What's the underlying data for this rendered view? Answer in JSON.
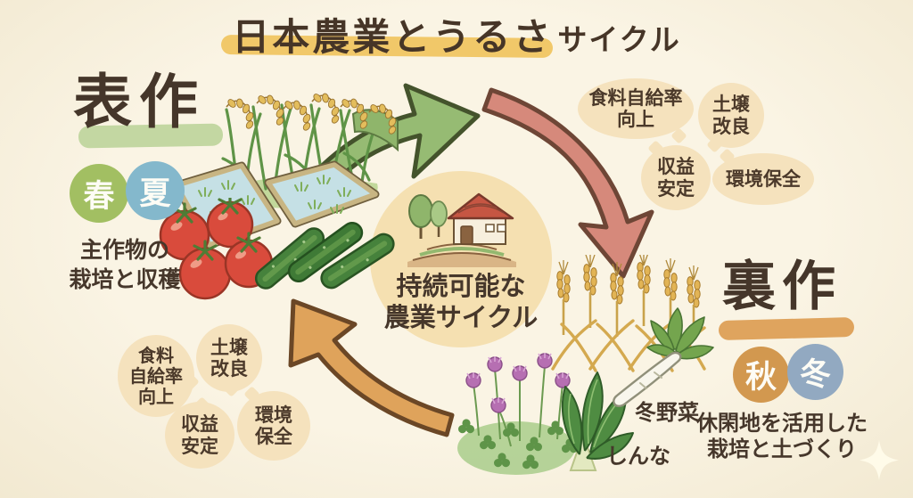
{
  "title": {
    "main": "日本農業とうるさ",
    "suffix": "サイクル"
  },
  "center_circle": {
    "line1": "持続可能な",
    "line2": "農業サイクル"
  },
  "front_crop": {
    "heading": "表作",
    "season_spring": "春",
    "season_summer": "夏",
    "caption_line1": "主作物の",
    "caption_line2": "栽培と収穫"
  },
  "back_crop": {
    "heading": "裏作",
    "season_autumn": "秋",
    "season_winter": "冬",
    "label_winter_vegetables": "冬野菜",
    "label_renge": "しんな",
    "caption_line1": "休閑地を活用した",
    "caption_line2": "栽培と土づくり"
  },
  "benefits_top_right": {
    "b1_line1": "食料自給率",
    "b1_line2": "向上",
    "b2_line1": "土壌",
    "b2_line2": "改良",
    "b3_line1": "収益",
    "b3_line2": "安定",
    "b4_line1": "環境保全"
  },
  "benefits_bottom_left": {
    "b1_line1": "食料",
    "b1_line2": "自給率",
    "b1_line3": "向上",
    "b2_line1": "土壌",
    "b2_line2": "改良",
    "b3_line1": "収益",
    "b3_line2": "安定",
    "b4_line1": "環境",
    "b4_line2": "保全"
  },
  "illustrations": [
    "rice-paddy",
    "rice-plants",
    "tomatoes",
    "cucumbers",
    "farmhouse",
    "wheat",
    "daikon-radish",
    "spinach",
    "clover-flowers",
    "sparkle"
  ],
  "colors": {
    "background": "#f8f2e0",
    "text_brown": "#47372a",
    "title_highlight": "#f1c869",
    "front_crop_highlight": "#c3d7a2",
    "back_crop_highlight": "#dfa45e",
    "spring_circle": "#a2bf62",
    "summer_circle": "#84b8cc",
    "autumn_circle": "#d2984f",
    "winter_circle": "#92a9c1",
    "benefit_bubble": "#f5e2bd",
    "center_circle": "#f5e0b1",
    "arrow_green": "#96bb73",
    "arrow_pink": "#d6897b",
    "arrow_orange": "#dfa35b"
  }
}
